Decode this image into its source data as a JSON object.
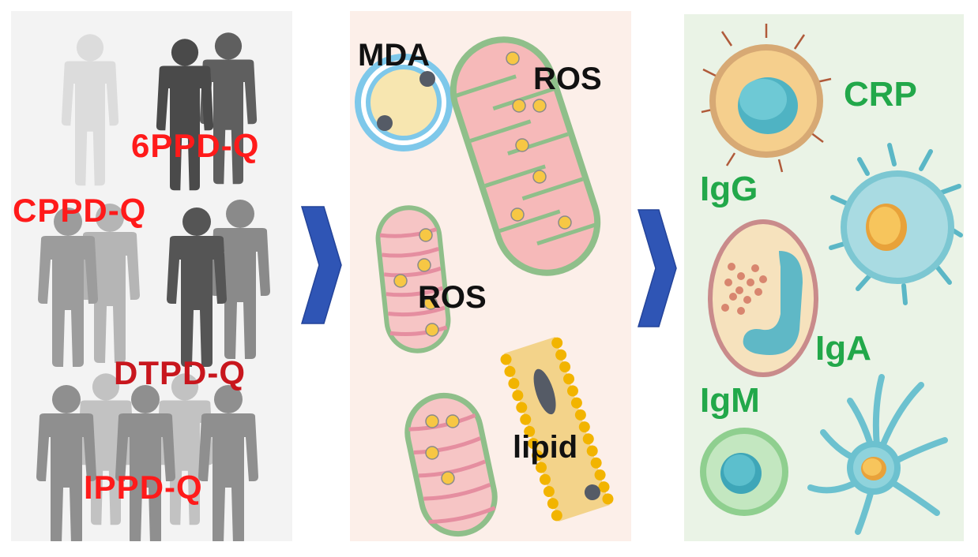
{
  "people_panel": {
    "labels": {
      "p6ppdq": "6PPD-Q",
      "cppdq": "CPPD-Q",
      "dtpdq": "DTPD-Q",
      "ippdq": "IPPD-Q"
    }
  },
  "cell_panel": {
    "labels": {
      "mda": "MDA",
      "ros_top": "ROS",
      "ros_mid": "ROS",
      "lipid": "lipid"
    }
  },
  "immune_panel": {
    "labels": {
      "crp": "CRP",
      "igg": "IgG",
      "iga": "IgA",
      "igm": "IgM"
    }
  },
  "colors": {
    "arrow": "#2f55b5",
    "red_label": "#ff1a1a",
    "darkred_label": "#c8161d",
    "green_label": "#22a84a"
  },
  "icons": [
    "person-icon",
    "liposome-icon",
    "mitochondrion-icon",
    "lipid-bilayer-icon",
    "immune-cell-icon",
    "chevron-arrow-icon"
  ]
}
